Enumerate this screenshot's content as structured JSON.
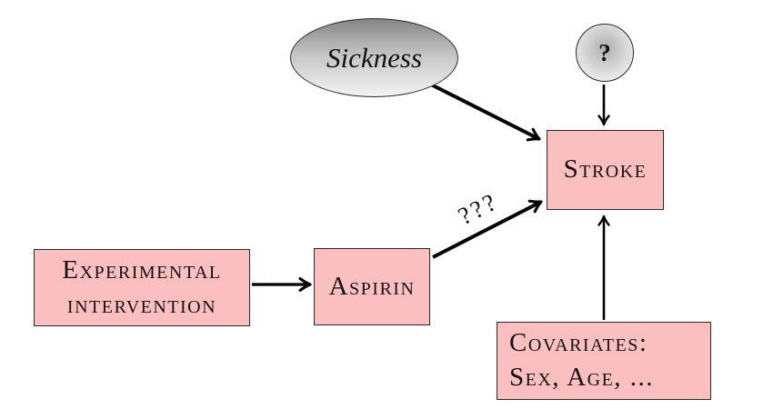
{
  "diagram": {
    "nodes": {
      "sickness": {
        "label": "Sickness",
        "shape": "ellipse"
      },
      "unknown": {
        "label": "?",
        "shape": "circle"
      },
      "stroke": {
        "label": "Stroke",
        "shape": "rect"
      },
      "experimental_intervention": {
        "line1": "Experimental",
        "line2": "intervention",
        "shape": "rect"
      },
      "aspirin": {
        "label": "Aspirin",
        "shape": "rect"
      },
      "covariates": {
        "line1": "Covariates:",
        "line2": "Sex, Age, ...",
        "shape": "rect"
      }
    },
    "edges": [
      {
        "from": "experimental_intervention",
        "to": "aspirin",
        "label": ""
      },
      {
        "from": "aspirin",
        "to": "stroke",
        "label": "???"
      },
      {
        "from": "sickness",
        "to": "stroke",
        "label": ""
      },
      {
        "from": "unknown",
        "to": "stroke",
        "label": ""
      },
      {
        "from": "covariates",
        "to": "stroke",
        "label": ""
      }
    ],
    "colors": {
      "node_pink": "#fbbfbf",
      "node_border": "#2a2a2a",
      "ellipse_gradient_top": "#858585",
      "ellipse_gradient_bottom": "#f3f3f3",
      "arrow": "#000000",
      "background": "#ffffff"
    }
  }
}
